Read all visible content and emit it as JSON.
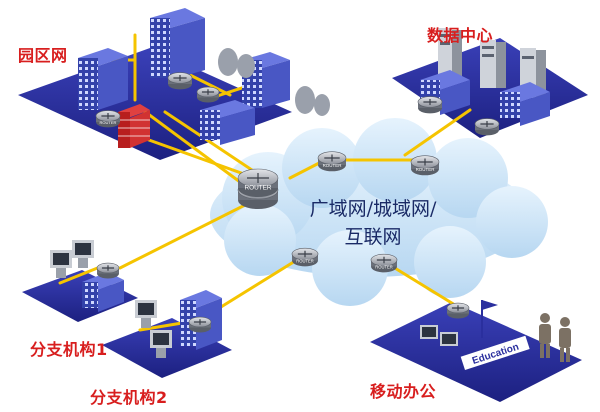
{
  "labels": {
    "campus": "园区网",
    "datacenter": "数据中心",
    "branch1": "分支机构1",
    "branch2": "分支机构2",
    "mobile": "移动办公"
  },
  "cloud": {
    "line1": "广域网/城域网/",
    "line2": "互联网"
  },
  "router_text": "ROUTER",
  "education_text": "Education",
  "colors": {
    "link": "#f5c400",
    "platform": "#2a2f9e",
    "cloud": "#cfe6f8",
    "label": "#d81e1e",
    "building": "#3e4bb5"
  },
  "icons": [
    "router-icon",
    "firewall-icon",
    "server-icon",
    "workstation-icon",
    "person-icon",
    "flag-icon"
  ]
}
